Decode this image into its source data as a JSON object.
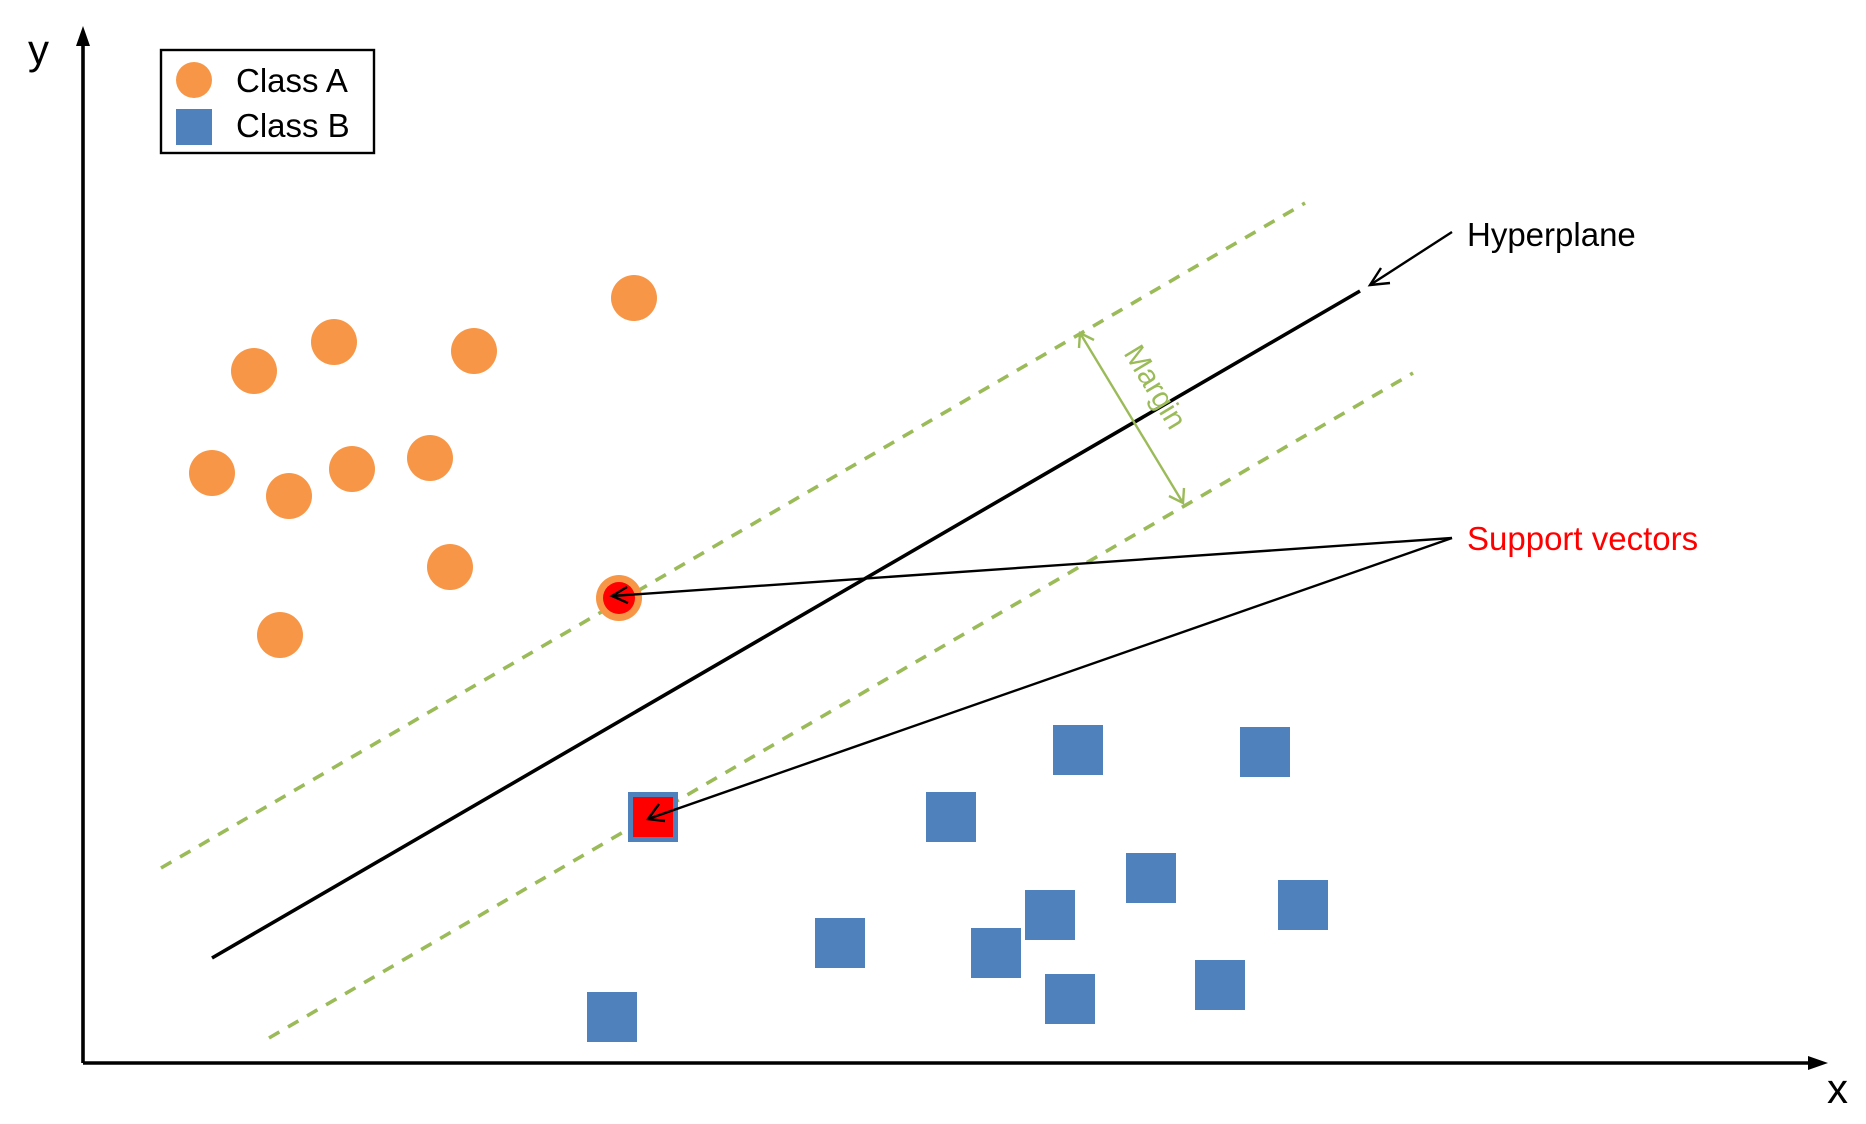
{
  "labels": {
    "x_axis": "x",
    "y_axis": "y",
    "hyperplane": "Hyperplane",
    "support_vectors": "Support vectors",
    "margin": "Margin"
  },
  "legend": [
    {
      "label": "Class A",
      "shape": "circle",
      "color": "#f79646"
    },
    {
      "label": "Class B",
      "shape": "square",
      "color": "#4f81bd"
    }
  ],
  "colors": {
    "class_a": "#f79646",
    "class_b": "#4f81bd",
    "support_vector": "#ff0000",
    "margin": "#9bbb59",
    "support_vectors_label": "#ff0000",
    "margin_label": "#9bbb59",
    "hyperplane": "#000000"
  }
}
